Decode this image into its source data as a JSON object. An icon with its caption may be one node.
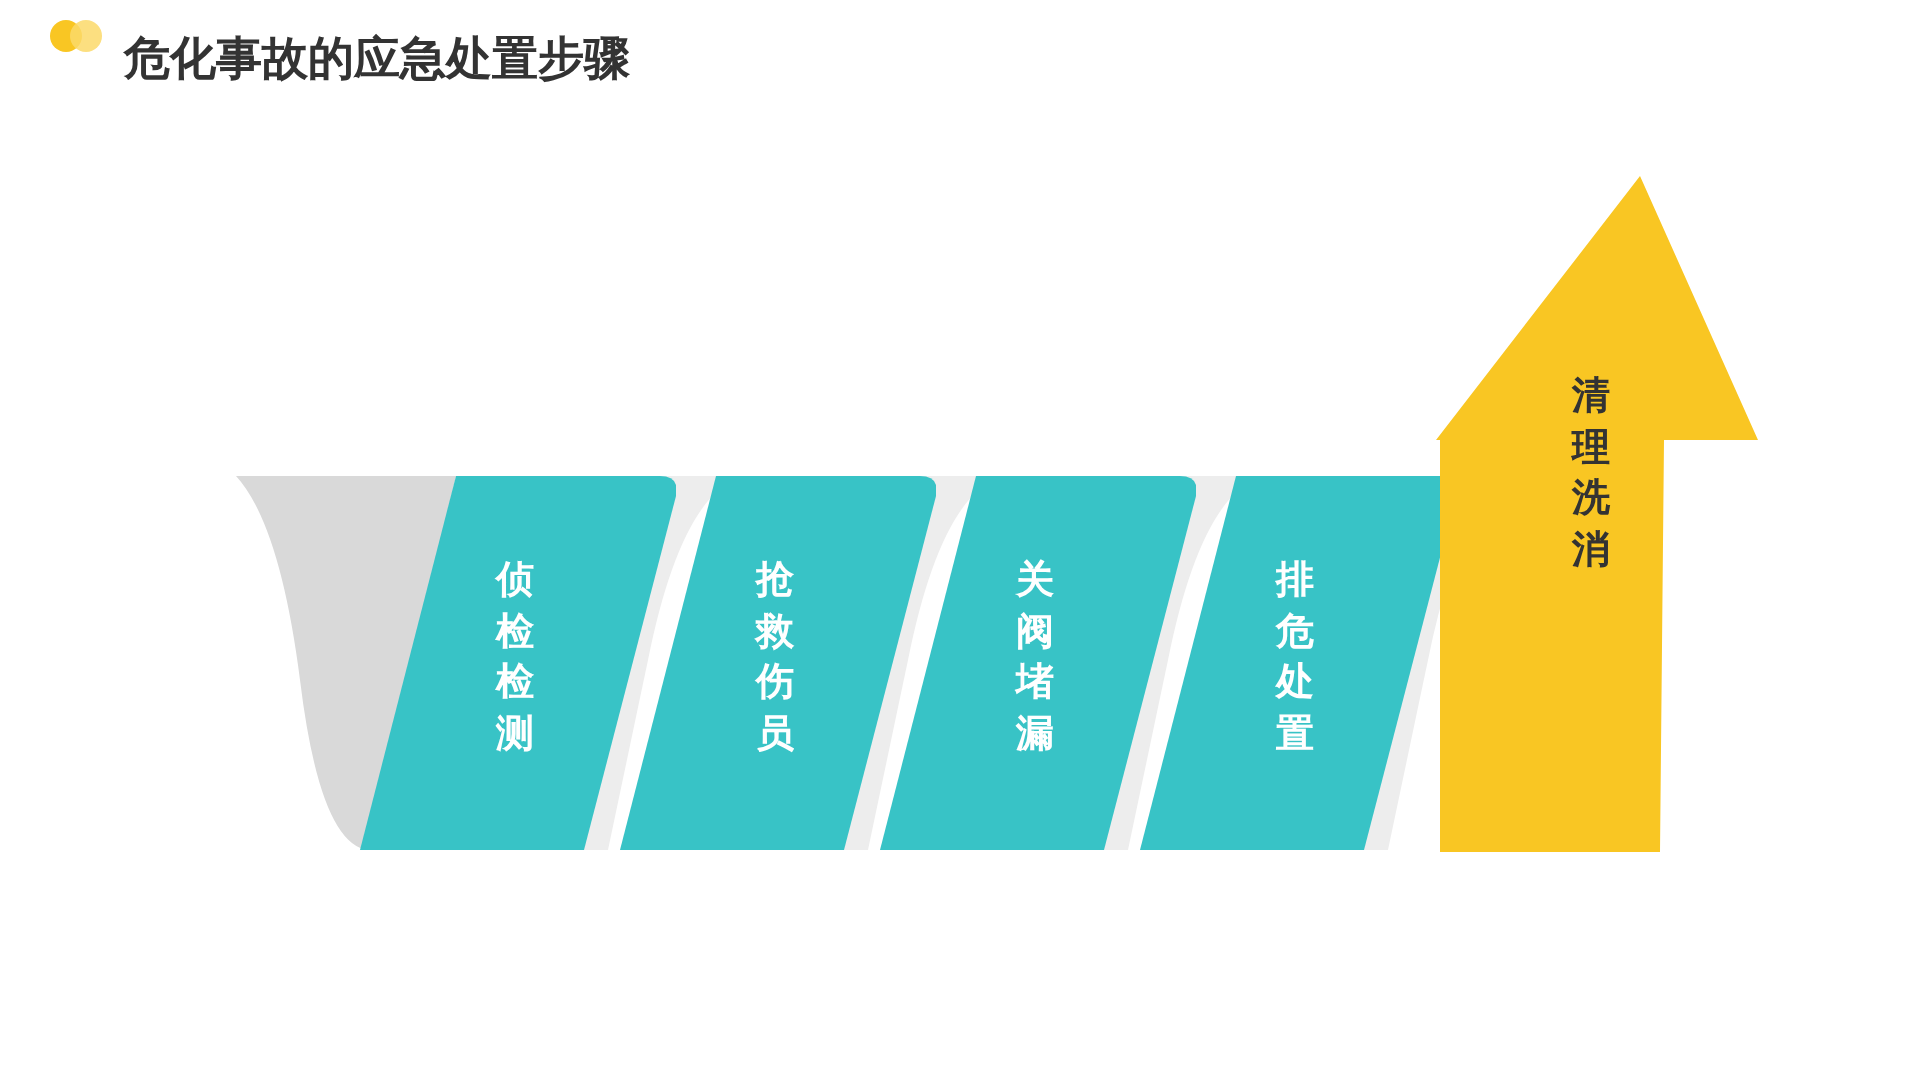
{
  "diagram": {
    "title": "危化事故的应急处置步骤",
    "nodes": [
      {
        "text": [
          "侦检检测"
        ]
      },
      {
        "text": [
          "抢救伤员"
        ]
      },
      {
        "text": [
          "关阀堵漏"
        ]
      },
      {
        "text": [
          "排危处置"
        ]
      },
      {
        "text": [
          "清理洗消"
        ]
      }
    ]
  }
}
